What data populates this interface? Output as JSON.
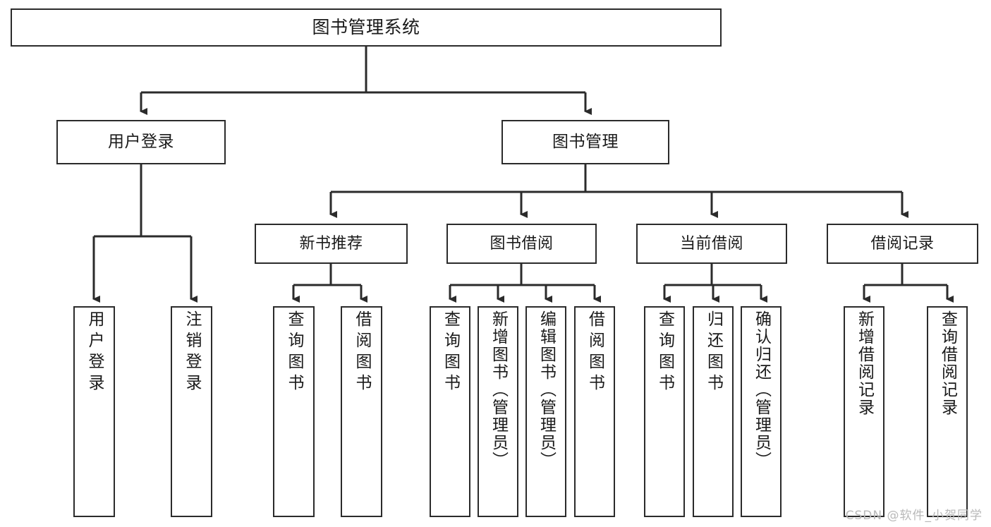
{
  "diagram": {
    "type": "tree",
    "title": "图书管理系统",
    "root": {
      "id": "root",
      "label": "图书管理系统"
    },
    "level2": [
      {
        "id": "user-login",
        "label": "用户登录"
      },
      {
        "id": "book-manage",
        "label": "图书管理"
      }
    ],
    "level3": [
      {
        "id": "new-book-rec",
        "label": "新书推荐",
        "parent": "book-manage"
      },
      {
        "id": "book-borrow",
        "label": "图书借阅",
        "parent": "book-manage"
      },
      {
        "id": "current-borrow",
        "label": "当前借阅",
        "parent": "book-manage"
      },
      {
        "id": "borrow-record",
        "label": "借阅记录",
        "parent": "book-manage"
      }
    ],
    "leaves": [
      {
        "id": "leaf-user-login",
        "label": "用户登录",
        "parent": "user-login"
      },
      {
        "id": "leaf-logout",
        "label": "注销登录",
        "parent": "user-login"
      },
      {
        "id": "leaf-query-book-1",
        "label": "查询图书",
        "parent": "new-book-rec"
      },
      {
        "id": "leaf-borrow-book-1",
        "label": "借阅图书",
        "parent": "new-book-rec"
      },
      {
        "id": "leaf-query-book-2",
        "label": "查询图书",
        "parent": "book-borrow"
      },
      {
        "id": "leaf-add-book",
        "label": "新增图书（管理员）",
        "parent": "book-borrow"
      },
      {
        "id": "leaf-edit-book",
        "label": "编辑图书（管理员）",
        "parent": "book-borrow"
      },
      {
        "id": "leaf-borrow-book-2",
        "label": "借阅图书",
        "parent": "book-borrow"
      },
      {
        "id": "leaf-query-book-3",
        "label": "查询图书",
        "parent": "current-borrow"
      },
      {
        "id": "leaf-return-book",
        "label": "归还图书",
        "parent": "current-borrow"
      },
      {
        "id": "leaf-confirm-return",
        "label": "确认归还（管理员）",
        "parent": "current-borrow"
      },
      {
        "id": "leaf-add-record",
        "label": "新增借阅记录",
        "parent": "borrow-record"
      },
      {
        "id": "leaf-query-record",
        "label": "查询借阅记录",
        "parent": "borrow-record"
      }
    ],
    "colors": {
      "stroke": "#2b2b2b",
      "fill": "#ffffff",
      "text": "#1a1a1a",
      "watermark": "#b9b9b9"
    }
  },
  "watermark": {
    "text": "CSDN @软件_小贺同学"
  }
}
